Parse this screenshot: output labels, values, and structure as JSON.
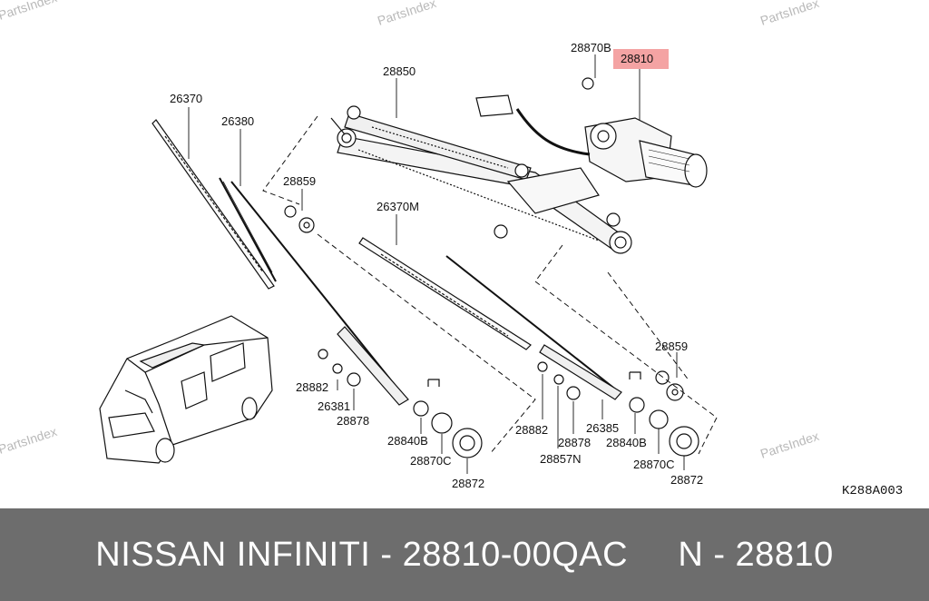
{
  "watermarks": [
    "PartsIndex",
    "PartsIndex",
    "PartsIndex",
    "PartsIndex",
    "PartsIndex"
  ],
  "diagram_code": "K288A003",
  "highlight_color": "#f4a3a3",
  "labels": {
    "l28870B_top": "28870B",
    "l28810": "28810",
    "l28850": "28850",
    "l26370": "26370",
    "l26380": "26380",
    "l28859_left": "28859",
    "l26370M": "26370M",
    "l28859_right": "28859",
    "l28882_left": "28882",
    "l26381": "26381",
    "l28878_left": "28878",
    "l28840B_left": "28840B",
    "l28870C_left": "28870C",
    "l28872_left": "28872",
    "l28882_right": "28882",
    "l28878_right": "28878",
    "l28857N": "28857N",
    "l26385": "26385",
    "l28840B_right": "28840B",
    "l28870C_right": "28870C",
    "l28872_right": "28872"
  },
  "footer": {
    "text": "NISSAN INFINITI - 28810-00QAC     N - 28810"
  }
}
